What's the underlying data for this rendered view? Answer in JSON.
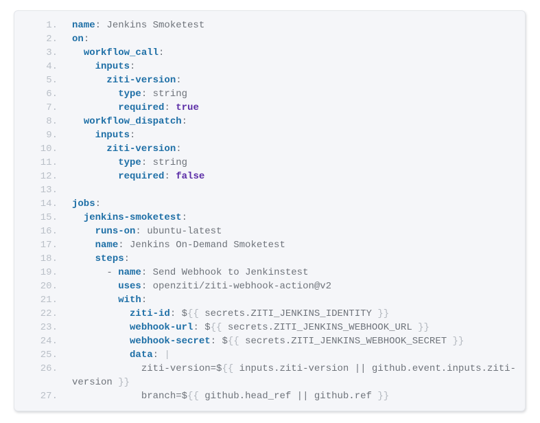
{
  "page": {
    "background": "#ffffff"
  },
  "code_block": {
    "language": "yaml",
    "background": "#f5f6f9",
    "border_color": "#e3e6ea",
    "colors": {
      "key": "#1e6fa6",
      "plain": "#6e737a",
      "light": "#b3b8bf",
      "bool": "#5b2da6",
      "line_number": "#b9bfc7"
    },
    "lines": [
      {
        "n": "1.",
        "tokens": [
          {
            "t": "key",
            "s": "name"
          },
          {
            "t": "plain",
            "s": ": Jenkins Smoketest"
          }
        ]
      },
      {
        "n": "2.",
        "tokens": [
          {
            "t": "key",
            "s": "on"
          },
          {
            "t": "plain",
            "s": ":"
          }
        ]
      },
      {
        "n": "3.",
        "tokens": [
          {
            "t": "plain",
            "s": "  "
          },
          {
            "t": "key",
            "s": "workflow_call"
          },
          {
            "t": "plain",
            "s": ":"
          }
        ]
      },
      {
        "n": "4.",
        "tokens": [
          {
            "t": "plain",
            "s": "    "
          },
          {
            "t": "key",
            "s": "inputs"
          },
          {
            "t": "plain",
            "s": ":"
          }
        ]
      },
      {
        "n": "5.",
        "tokens": [
          {
            "t": "plain",
            "s": "      "
          },
          {
            "t": "key",
            "s": "ziti-version"
          },
          {
            "t": "plain",
            "s": ":"
          }
        ]
      },
      {
        "n": "6.",
        "tokens": [
          {
            "t": "plain",
            "s": "        "
          },
          {
            "t": "key",
            "s": "type"
          },
          {
            "t": "plain",
            "s": ": string"
          }
        ]
      },
      {
        "n": "7.",
        "tokens": [
          {
            "t": "plain",
            "s": "        "
          },
          {
            "t": "key",
            "s": "required"
          },
          {
            "t": "plain",
            "s": ": "
          },
          {
            "t": "bool",
            "s": "true"
          }
        ]
      },
      {
        "n": "8.",
        "tokens": [
          {
            "t": "plain",
            "s": "  "
          },
          {
            "t": "key",
            "s": "workflow_dispatch"
          },
          {
            "t": "plain",
            "s": ":"
          }
        ]
      },
      {
        "n": "9.",
        "tokens": [
          {
            "t": "plain",
            "s": "    "
          },
          {
            "t": "key",
            "s": "inputs"
          },
          {
            "t": "plain",
            "s": ":"
          }
        ]
      },
      {
        "n": "10.",
        "tokens": [
          {
            "t": "plain",
            "s": "      "
          },
          {
            "t": "key",
            "s": "ziti-version"
          },
          {
            "t": "plain",
            "s": ":"
          }
        ]
      },
      {
        "n": "11.",
        "tokens": [
          {
            "t": "plain",
            "s": "        "
          },
          {
            "t": "key",
            "s": "type"
          },
          {
            "t": "plain",
            "s": ": string"
          }
        ]
      },
      {
        "n": "12.",
        "tokens": [
          {
            "t": "plain",
            "s": "        "
          },
          {
            "t": "key",
            "s": "required"
          },
          {
            "t": "plain",
            "s": ": "
          },
          {
            "t": "bool",
            "s": "false"
          }
        ]
      },
      {
        "n": "13.",
        "tokens": []
      },
      {
        "n": "14.",
        "tokens": [
          {
            "t": "key",
            "s": "jobs"
          },
          {
            "t": "plain",
            "s": ":"
          }
        ]
      },
      {
        "n": "15.",
        "tokens": [
          {
            "t": "plain",
            "s": "  "
          },
          {
            "t": "key",
            "s": "jenkins-smoketest"
          },
          {
            "t": "plain",
            "s": ":"
          }
        ]
      },
      {
        "n": "16.",
        "tokens": [
          {
            "t": "plain",
            "s": "    "
          },
          {
            "t": "key",
            "s": "runs-on"
          },
          {
            "t": "plain",
            "s": ": ubuntu-latest"
          }
        ]
      },
      {
        "n": "17.",
        "tokens": [
          {
            "t": "plain",
            "s": "    "
          },
          {
            "t": "key",
            "s": "name"
          },
          {
            "t": "plain",
            "s": ": Jenkins On-Demand Smoketest"
          }
        ]
      },
      {
        "n": "18.",
        "tokens": [
          {
            "t": "plain",
            "s": "    "
          },
          {
            "t": "key",
            "s": "steps"
          },
          {
            "t": "plain",
            "s": ":"
          }
        ]
      },
      {
        "n": "19.",
        "tokens": [
          {
            "t": "plain",
            "s": "      - "
          },
          {
            "t": "key",
            "s": "name"
          },
          {
            "t": "plain",
            "s": ": Send Webhook to Jenkinstest"
          }
        ]
      },
      {
        "n": "20.",
        "tokens": [
          {
            "t": "plain",
            "s": "        "
          },
          {
            "t": "key",
            "s": "uses"
          },
          {
            "t": "plain",
            "s": ": openziti/ziti-webhook-action@v2"
          }
        ]
      },
      {
        "n": "21.",
        "tokens": [
          {
            "t": "plain",
            "s": "        "
          },
          {
            "t": "key",
            "s": "with"
          },
          {
            "t": "plain",
            "s": ":"
          }
        ]
      },
      {
        "n": "22.",
        "tokens": [
          {
            "t": "plain",
            "s": "          "
          },
          {
            "t": "key",
            "s": "ziti-id"
          },
          {
            "t": "plain",
            "s": ": $"
          },
          {
            "t": "light",
            "s": "{{"
          },
          {
            "t": "plain",
            "s": " secrets.ZITI_JENKINS_IDENTITY "
          },
          {
            "t": "light",
            "s": "}}"
          }
        ]
      },
      {
        "n": "23.",
        "tokens": [
          {
            "t": "plain",
            "s": "          "
          },
          {
            "t": "key",
            "s": "webhook-url"
          },
          {
            "t": "plain",
            "s": ": $"
          },
          {
            "t": "light",
            "s": "{{"
          },
          {
            "t": "plain",
            "s": " secrets.ZITI_JENKINS_WEBHOOK_URL "
          },
          {
            "t": "light",
            "s": "}}"
          }
        ]
      },
      {
        "n": "24.",
        "tokens": [
          {
            "t": "plain",
            "s": "          "
          },
          {
            "t": "key",
            "s": "webhook-secret"
          },
          {
            "t": "plain",
            "s": ": $"
          },
          {
            "t": "light",
            "s": "{{"
          },
          {
            "t": "plain",
            "s": " secrets.ZITI_JENKINS_WEBHOOK_SECRET "
          },
          {
            "t": "light",
            "s": "}}"
          }
        ]
      },
      {
        "n": "25.",
        "tokens": [
          {
            "t": "plain",
            "s": "          "
          },
          {
            "t": "key",
            "s": "data"
          },
          {
            "t": "plain",
            "s": ": "
          },
          {
            "t": "light",
            "s": "|"
          }
        ]
      },
      {
        "n": "26.",
        "tokens": [
          {
            "t": "plain",
            "s": "            ziti-version=$"
          },
          {
            "t": "light",
            "s": "{{"
          },
          {
            "t": "plain",
            "s": " inputs.ziti-version || github.event.inputs.ziti-version "
          },
          {
            "t": "light",
            "s": "}}"
          }
        ]
      },
      {
        "n": "27.",
        "tokens": [
          {
            "t": "plain",
            "s": "            branch=$"
          },
          {
            "t": "light",
            "s": "{{"
          },
          {
            "t": "plain",
            "s": " github.head_ref || github.ref "
          },
          {
            "t": "light",
            "s": "}}"
          }
        ]
      }
    ]
  }
}
